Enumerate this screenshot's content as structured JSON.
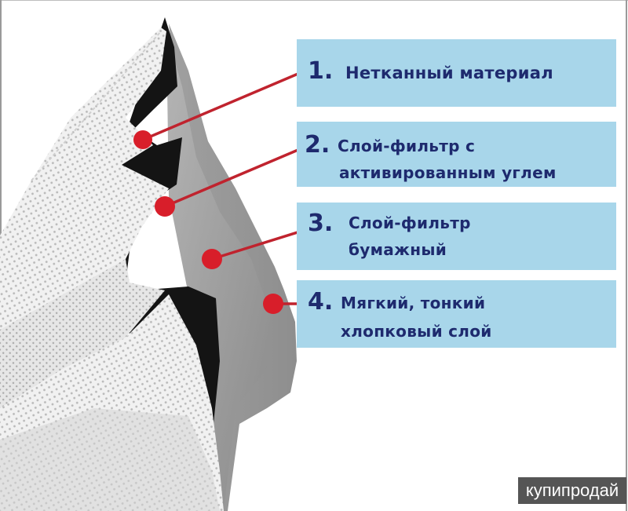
{
  "diagram": {
    "subject": "mask-layers",
    "labels": [
      {
        "number": "1.",
        "line1": "Нетканный материал",
        "line2": ""
      },
      {
        "number": "2.",
        "line1": "Слой-фильтр с",
        "line2": "активированным углем"
      },
      {
        "number": "3.",
        "line1": "Слой-фильтр",
        "line2": "бумажный"
      },
      {
        "number": "4.",
        "line1": "Мягкий, тонкий",
        "line2": "хлопковый слой"
      }
    ],
    "colors": {
      "label_background": "#a8d6ea",
      "label_text": "#1e2a6e",
      "marker": "#d81e2a",
      "leader_line": "#c0232e"
    }
  },
  "watermark": {
    "text": "купипродай"
  }
}
